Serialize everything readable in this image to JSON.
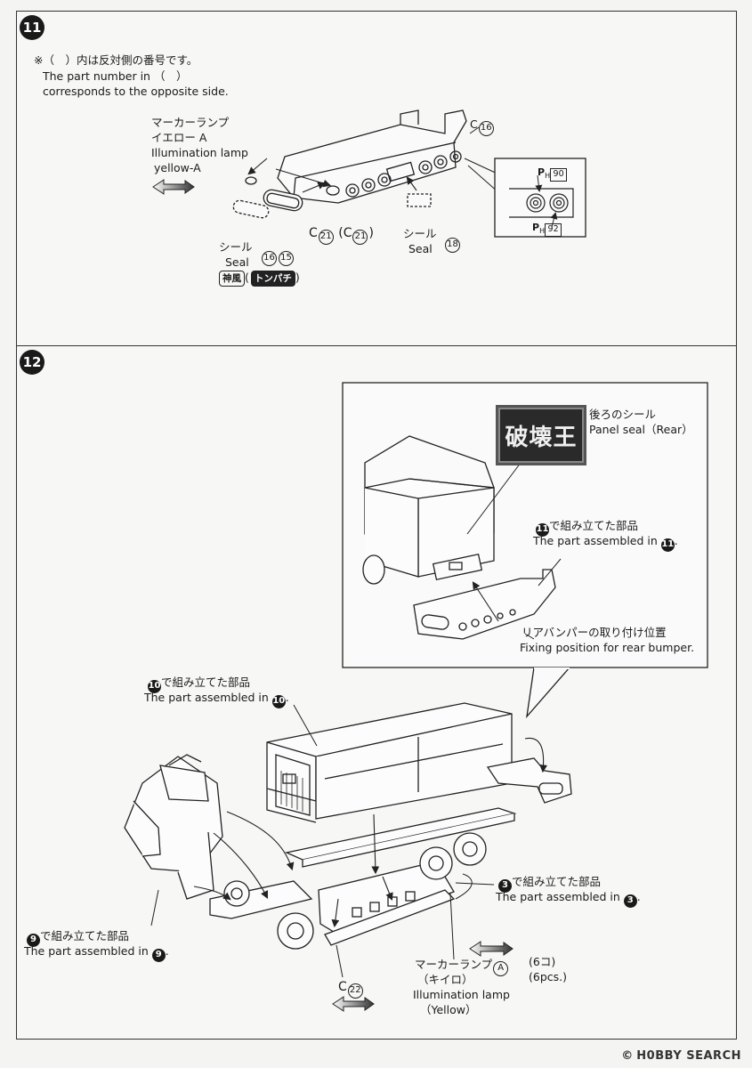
{
  "step11": {
    "number": "11",
    "note_jp": "※（　）内は反対側の番号です。",
    "note_en_1": "The part number in （　）",
    "note_en_2": "corresponds to the opposite side.",
    "marker_jp_1": "マーカーランプ",
    "marker_jp_2": "イエロー A",
    "marker_en_1": "Illumination lamp",
    "marker_en_2": "yellow-A",
    "part_c16": "C",
    "part_c16_num": "16",
    "part_c21": "C",
    "part_c21_num": "21",
    "part_c21_opp": "C",
    "part_c21_opp_num": "21",
    "seal_jp": "シール",
    "seal_en": "Seal",
    "seal_num_a": "16",
    "seal_num_b": "15",
    "stamp_a": "神風",
    "stamp_b": "トンパチ",
    "seal18_jp": "シール",
    "seal18_en": "Seal",
    "seal18_num": "18",
    "ph90_prefix": "P",
    "ph90_sub": "H",
    "ph90_num": "90",
    "ph92_prefix": "P",
    "ph92_sub": "H",
    "ph92_num": "92"
  },
  "step12": {
    "number": "12",
    "rear_seal_jp": "後ろのシール",
    "rear_seal_en": "Panel seal（Rear）",
    "rear_seal_text": "破壊王",
    "assembled11_jp": "で組み立てた部品",
    "assembled11_en": "The part assembled in",
    "assembled11_num": "11",
    "bumper_jp": "リアバンパーの取り付け位置",
    "bumper_en": "Fixing position for rear bumper.",
    "assembled10_jp": "で組み立てた部品",
    "assembled10_en": "The part assembled in",
    "assembled10_num": "10",
    "assembled3_jp": "で組み立てた部品",
    "assembled3_en": "The part assembled in",
    "assembled3_num": "3",
    "assembled9_jp": "で組み立てた部品",
    "assembled9_en": "The part assembled in",
    "assembled9_num": "9",
    "marker_jp_1": "マーカーランプ",
    "marker_letter": "A",
    "marker_jp_2": "（キイロ）",
    "marker_count_jp": "(6コ)",
    "marker_count_en": "(6pcs.)",
    "marker_en_1": "Illumination lamp",
    "marker_en_2": "（Yellow）",
    "part_c22": "C",
    "part_c22_num": "22"
  },
  "watermark": {
    "logo": "H0BBY SEARCH",
    "symbol": "©"
  },
  "colors": {
    "ink": "#1a1a1a",
    "paper": "#f4f4f2",
    "seal_bg": "#2a2a2a"
  }
}
